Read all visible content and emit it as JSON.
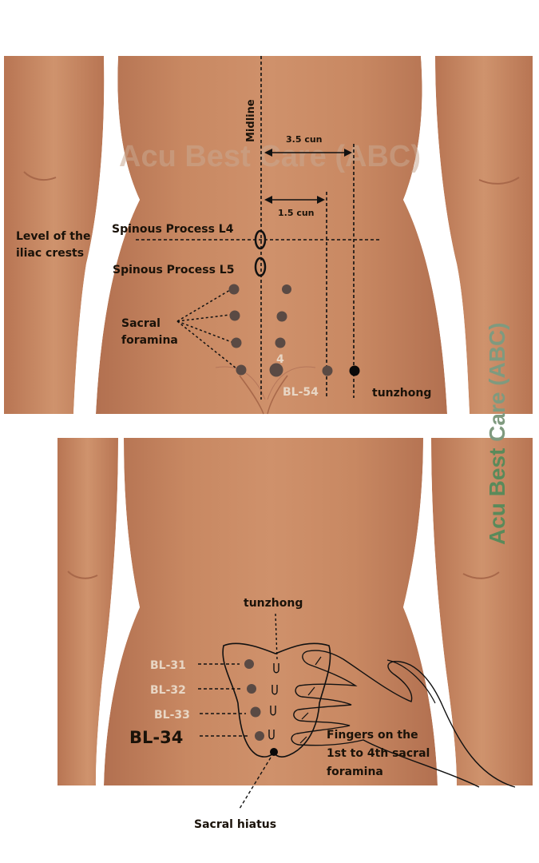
{
  "top_panel": {
    "midline": "Midline",
    "measure_far": "3.5 cun",
    "measure_near": "1.5 cun",
    "iliac_line1": "Level of the",
    "iliac_line2": "iliac crests",
    "l4": "Spinous Process L4",
    "l5": "Spinous Process L5",
    "sacral_line1": "Sacral",
    "sacral_line2": "foramina",
    "number_4": "4",
    "bl54": "BL-54",
    "tunzhong": "tunzhong"
  },
  "bottom_panel": {
    "tunzhong": "tunzhong",
    "bl31": "BL-31",
    "bl32": "BL-32",
    "bl33": "BL-33",
    "bl34": "BL-34",
    "fingers_line1": "Fingers on the",
    "fingers_line2": "1st to 4th sacral",
    "fingers_line3": "foramina",
    "sacral_hiatus": "Sacral hiatus"
  },
  "watermark": {
    "top": "Acu Best Care (ABC)",
    "side_part1": "Acu Best ",
    "side_part2": "Care (ABC)"
  },
  "colors": {
    "skin": "#c5825d",
    "skin_light": "#d19470",
    "skin_shadow": "#a96a48",
    "point": "#5a4a44",
    "watermark_green": "#5a8a5a"
  }
}
